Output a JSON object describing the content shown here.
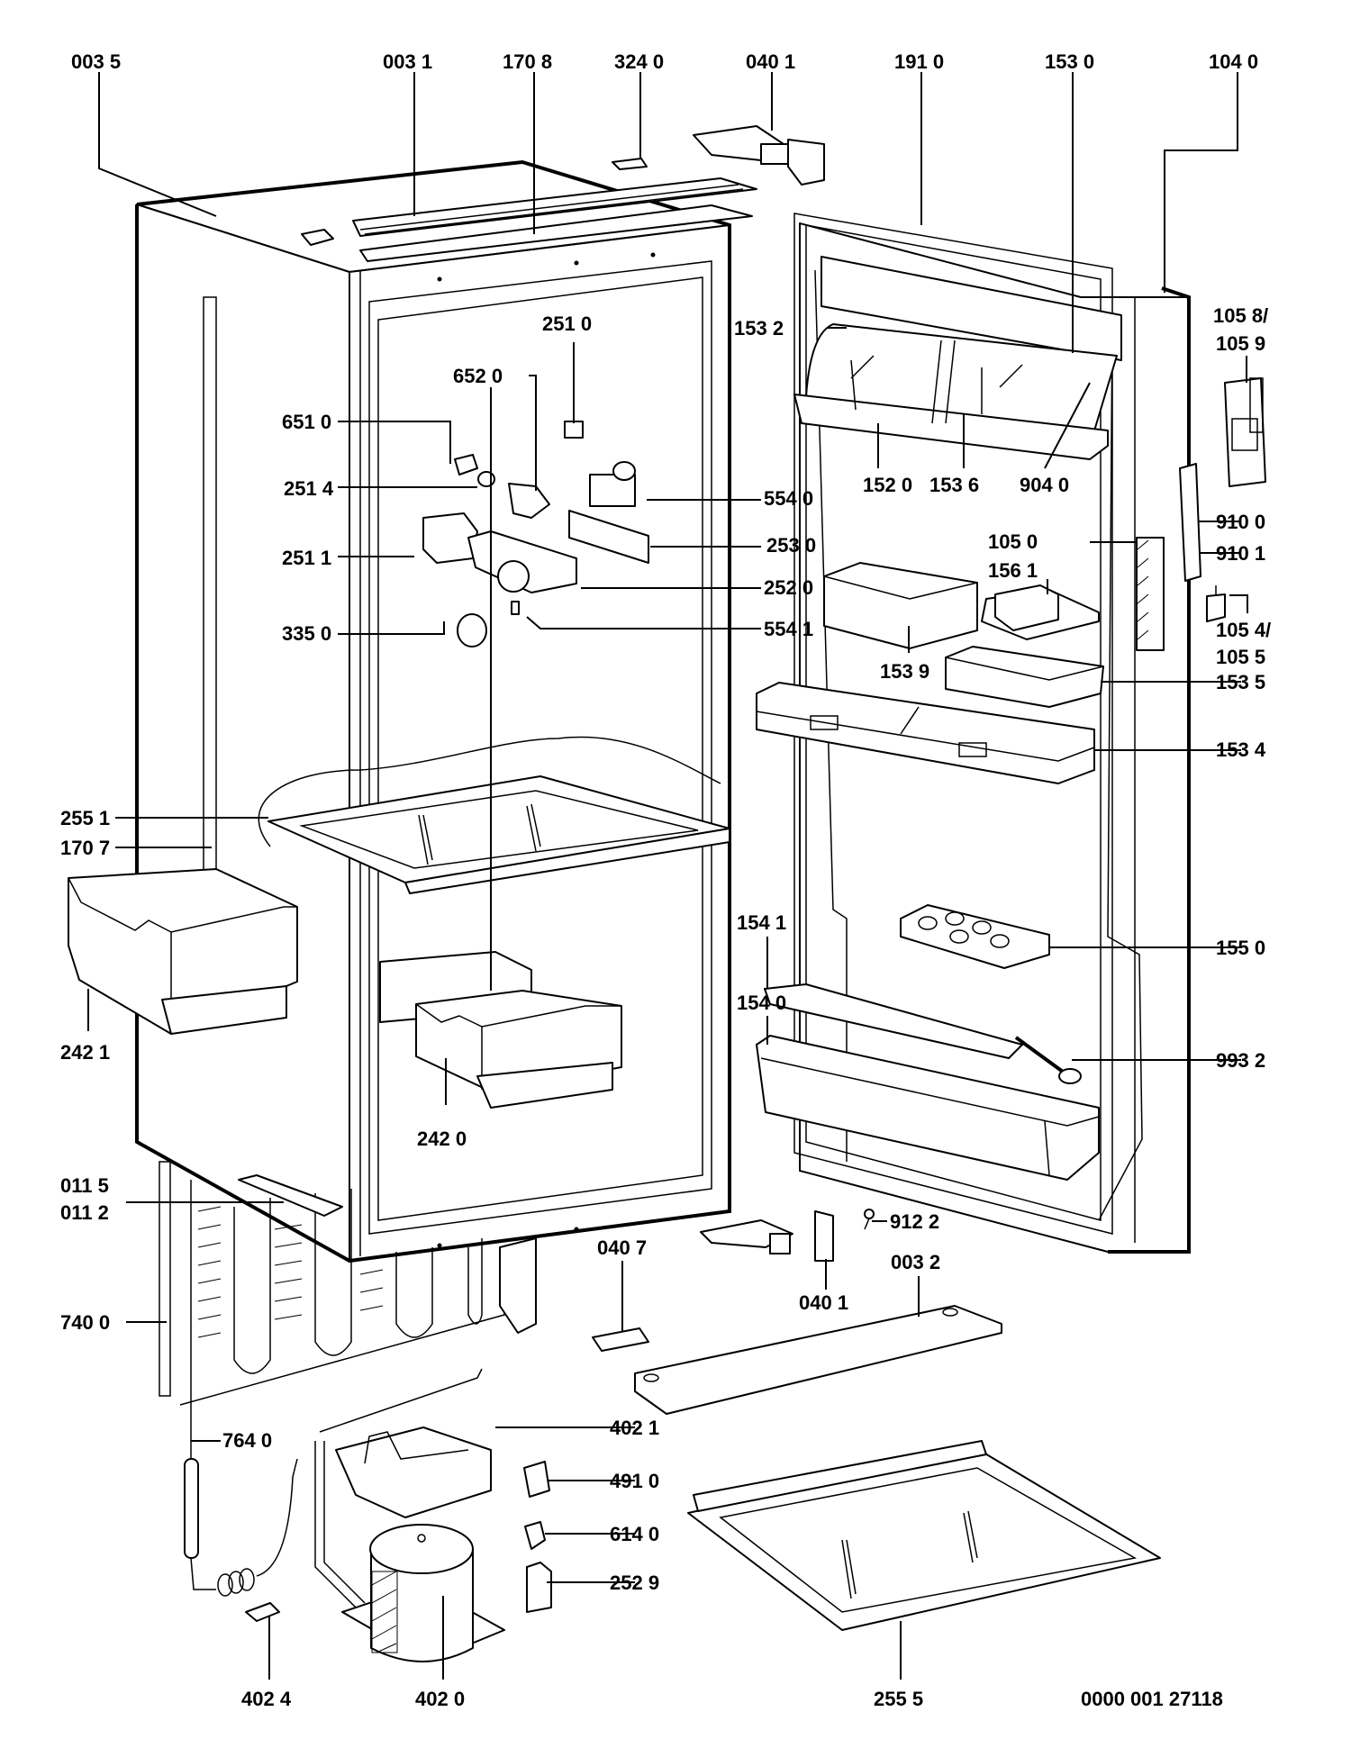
{
  "title": "Refrigerator exploded parts diagram",
  "drawing_number": "0000 001 27118",
  "parts": {
    "p0035": "003 5",
    "p0031": "003 1",
    "p1708": "170 8",
    "p3240": "324 0",
    "p0401_top": "040 1",
    "p1910": "191 0",
    "p1530": "153 0",
    "p1040": "104 0",
    "p1532": "153 2",
    "p1058": "105 8/",
    "p1059": "105 9",
    "p2510": "251 0",
    "p6520": "652 0",
    "p6510": "651 0",
    "p2514": "251 4",
    "p5540": "554 0",
    "p2511": "251 1",
    "p2530": "253 0",
    "p2520": "252 0",
    "p3350": "335 0",
    "p5541": "554 1",
    "p1520": "152 0",
    "p1536": "153 6",
    "p9040": "904 0",
    "p9100": "910 0",
    "p9101": "910 1",
    "p1050": "105 0",
    "p1561": "156 1",
    "p1054": "105 4/",
    "p1055": "105 5",
    "p1539": "153 9",
    "p1535": "153 5",
    "p1534": "153 4",
    "p2551": "255 1",
    "p1707": "170 7",
    "p2421": "242 1",
    "p2420": "242 0",
    "p1541": "154 1",
    "p1550": "155 0",
    "p1540": "154 0",
    "p9932": "993 2",
    "p0115": "011 5",
    "p0112": "011 2",
    "p9122": "912 2",
    "p0407": "040 7",
    "p0032": "003 2",
    "p0401_bottom": "040 1",
    "p7400": "740 0",
    "p4021": "402 1",
    "p7640": "764 0",
    "p4910": "491 0",
    "p6140": "614 0",
    "p2529": "252 9",
    "p4024": "402 4",
    "p4020": "402 0",
    "p2555": "255 5"
  }
}
